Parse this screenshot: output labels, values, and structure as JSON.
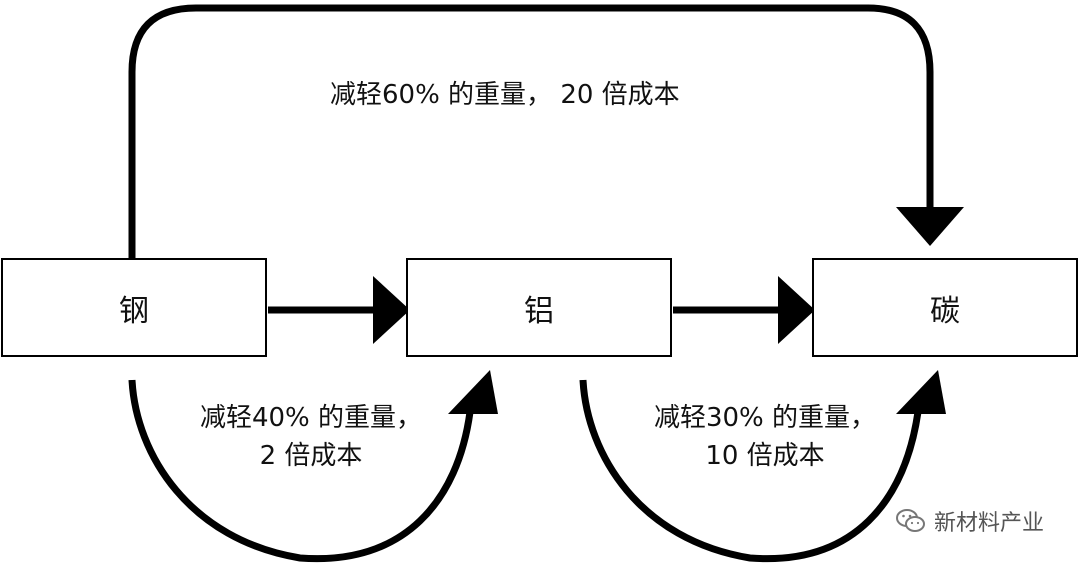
{
  "nodes": {
    "steel": "钢",
    "aluminum": "铝",
    "carbon": "碳"
  },
  "edges": {
    "steel_to_carbon": {
      "line1": "减轻60% 的重量， 20 倍成本"
    },
    "steel_to_aluminum": {
      "line1": "减轻40% 的重量，",
      "line2": "2 倍成本"
    },
    "aluminum_to_carbon": {
      "line1": "减轻30% 的重量，",
      "line2": "10 倍成本"
    }
  },
  "watermark": {
    "text": "新材料产业",
    "icon": "wechat-icon"
  }
}
